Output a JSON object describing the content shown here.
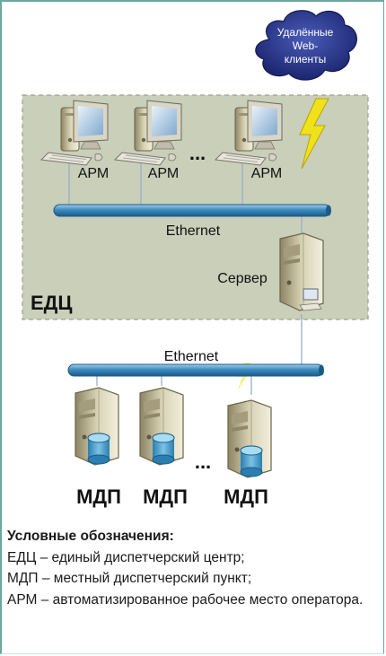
{
  "diagram": {
    "cloud_label": "Удалённые Web-клиенты",
    "cloud_lines": [
      "Удалённые",
      "Web-",
      "клиенты"
    ],
    "workstations": [
      "АРМ",
      "АРМ",
      "АРМ"
    ],
    "ellipsis": "...",
    "network_top": "Ethernet",
    "server_label": "Сервер",
    "zone_label": "ЕДЦ",
    "network_bottom": "Ethernet",
    "local_points": [
      "МДП",
      "МДП",
      "МДП"
    ]
  },
  "legend": {
    "title": "Условные обозначения:",
    "items": [
      "ЕДЦ – единый диспетчерский центр;",
      "МДП – местный диспетчерский пункт;",
      "АРМ – автоматизированное рабочее место оператора."
    ]
  },
  "colors": {
    "frame": "#6aa89e",
    "zone_fill": "#c9cfb9",
    "cable": "#3d8bbf",
    "lightning": "#f0e21a",
    "cloud": "#2a3a8c"
  }
}
